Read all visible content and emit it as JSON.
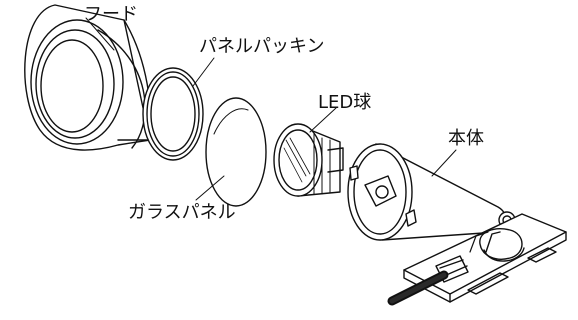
{
  "labels": {
    "hood": "フード",
    "panel_packing": "パネルパッキン",
    "led_bulb": "LED球",
    "glass_panel": "ガラスパネル",
    "body": "本体"
  }
}
